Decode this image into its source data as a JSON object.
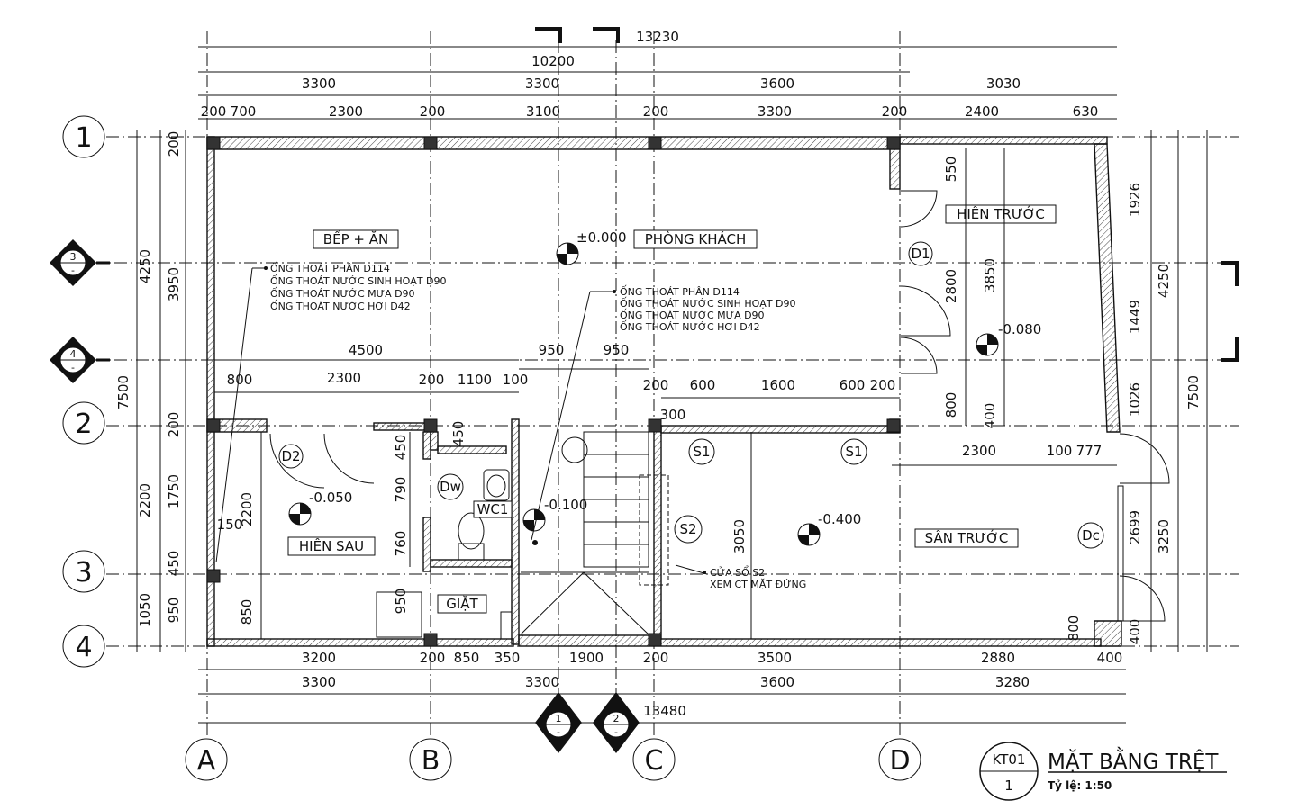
{
  "title": "MẶT BẰNG TRỆT",
  "scale_label": "Tỷ lệ: 1:50",
  "sheet_code": "KT01",
  "sheet_number": "1",
  "grid_rows": [
    "1",
    "2",
    "3",
    "4"
  ],
  "grid_cols": [
    "A",
    "B",
    "C",
    "D"
  ],
  "section_marks": {
    "s3_num": "3",
    "s3_sub": "-",
    "s4_num": "4",
    "s4_sub": "-",
    "s1_num": "1",
    "s1_sub": "-",
    "s2_num": "2",
    "s2_sub": "-"
  },
  "rooms": {
    "bep_an": "BẾP + ĂN",
    "phong_khach": "PHÒNG KHÁCH",
    "hien_truoc": "HIÊN TRƯỚC",
    "hien_sau": "HIÊN SAU",
    "san_truoc": "SÂN TRƯỚC",
    "giat": "GIẶT",
    "wc1": "WC1"
  },
  "levels": {
    "main": "±0.000",
    "porch": "-0.080",
    "back": "-0.050",
    "wc": "-0.100",
    "yard": "-0.400"
  },
  "tags": {
    "d1": "D1",
    "d2": "D2",
    "dw": "Dw",
    "dc": "Dc",
    "s1a": "S1",
    "s1b": "S1",
    "s2": "S2"
  },
  "notes": {
    "pipes_left": [
      "ỐNG THOÁT PHÂN D114",
      "ỐNG THOÁT NƯỚC SINH HOẠT D90",
      "ỐNG THOÁT NƯỚC MƯA D90",
      "ỐNG THOÁT NƯỚC HƠI D42"
    ],
    "pipes_center": [
      "ỐNG THOÁT PHÂN D114",
      "ỐNG THOÁT NƯỚC SINH HOẠT D90",
      "ỐNG THOÁT NƯỚC MƯA D90",
      "ỐNG THOÁT NƯỚC HƠI D42"
    ],
    "window": [
      "CỬA SỔ S2",
      "XEM CT MẶT ĐỨNG"
    ]
  },
  "dims": {
    "top_total": "13230",
    "top_10200": "10200",
    "top_row1": [
      "3300",
      "3300",
      "3600",
      "3030"
    ],
    "top_row2": [
      "200",
      "700",
      "2300",
      "200",
      "3100",
      "200",
      "3300",
      "200",
      "2400",
      "630"
    ],
    "bottom_row1": [
      "3200",
      "200",
      "850",
      "350",
      "1900",
      "200",
      "3500",
      "2880",
      "400"
    ],
    "bottom_row2": [
      "3300",
      "3300",
      "3600",
      "3280"
    ],
    "bottom_total": "13480",
    "left_outer": [
      "4250",
      "7500",
      "2200",
      "1050"
    ],
    "left_inner": [
      "200",
      "3950",
      "200",
      "1750",
      "450",
      "950"
    ],
    "right_outer": [
      "4250",
      "7500",
      "3250"
    ],
    "right_inner": [
      "1926",
      "1449",
      "1026",
      "2699",
      "400"
    ],
    "interior": {
      "d4500": "4500",
      "d950a": "950",
      "d950b": "950",
      "d800": "800",
      "d2300": "2300",
      "d200a": "200",
      "d1100": "1100",
      "d100": "100",
      "d200b": "200",
      "d600a": "600",
      "d1600": "1600",
      "d600b": "600",
      "d200c": "200",
      "d300": "300",
      "d550": "550",
      "d2800": "2800",
      "d3850": "3850",
      "d800b": "800",
      "d400": "400",
      "d2300b": "2300",
      "d100b": "100",
      "d777": "777",
      "d450a": "450",
      "d450b": "450",
      "d790": "790",
      "d760": "760",
      "d950c": "950",
      "d2200": "2200",
      "d150": "150",
      "d850": "850",
      "d3050": "3050",
      "d800c": "800"
    }
  }
}
